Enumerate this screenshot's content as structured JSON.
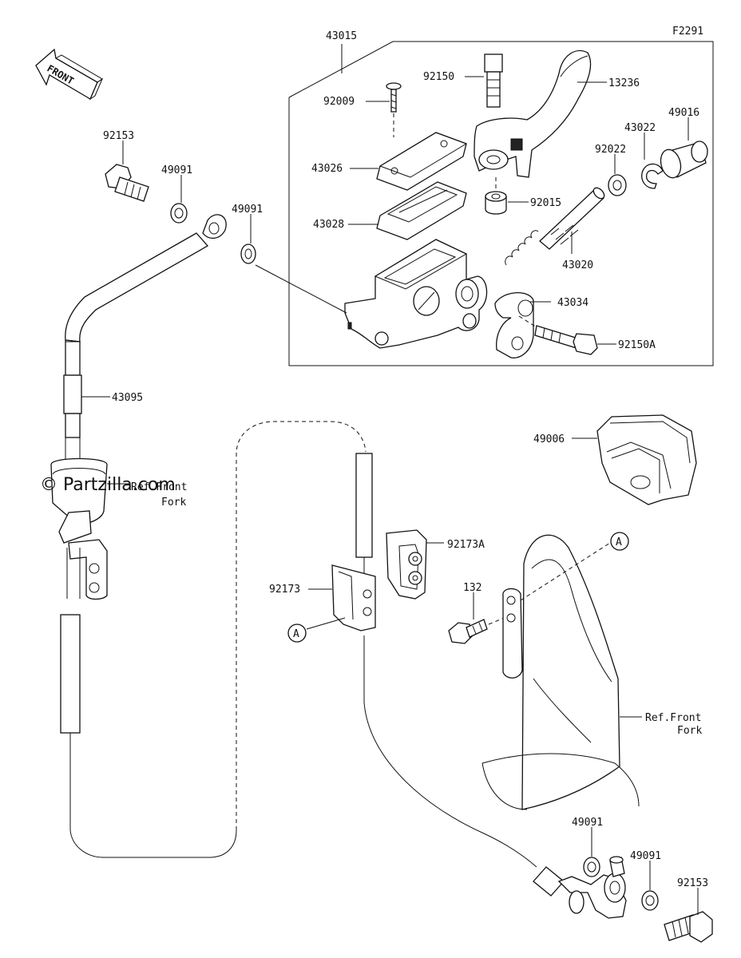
{
  "figure_code": "F2291",
  "watermark": "© Partzilla.com",
  "direction_arrow": {
    "label": "FRONT",
    "icon": "front-direction-arrow-icon"
  },
  "callouts": {
    "assembly": "43015",
    "bolt_top": "92150",
    "screw": "92009",
    "lever": "13236",
    "cap_seal": "49016",
    "snap_ring": "43022",
    "washer_rod": "92022",
    "cap": "43026",
    "diaphragm": "43028",
    "nut": "92015",
    "piston_set": "43020",
    "holder": "43034",
    "bolt_holder": "92150A",
    "bolt_banjo_top": "92153",
    "gasket_top_left": "49091",
    "gasket_top_mid": "49091",
    "hose": "43095",
    "ref_fork_left": "Ref.Front",
    "ref_fork_left_2": "Fork",
    "cover": "49006",
    "clamp_a": "92173A",
    "clamp": "92173",
    "bolt_132": "132",
    "ref_a_left": "A",
    "ref_a_right": "A",
    "ref_fork_right": "Ref.Front",
    "ref_fork_right_2": "Fork",
    "gasket_bottom_1": "49091",
    "gasket_bottom_2": "49091",
    "bolt_banjo_bottom": "92153"
  }
}
